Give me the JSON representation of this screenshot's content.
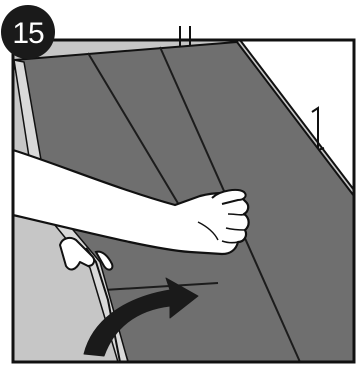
{
  "step": {
    "number": "15",
    "badge_color": "#1a1a1a",
    "text_color": "#ffffff"
  },
  "colors": {
    "floor": "#c4c4c4",
    "plank": "#6f6f6f",
    "plank_seam": "#2a2a2a",
    "wall": "#ffffff",
    "outline": "#111111",
    "skin": "#ffffff",
    "arrow": "#1a1a1a"
  },
  "icons": {
    "step_badge": "number-badge",
    "hand": "hand-illustration",
    "direction": "curved-arrow-icon"
  }
}
